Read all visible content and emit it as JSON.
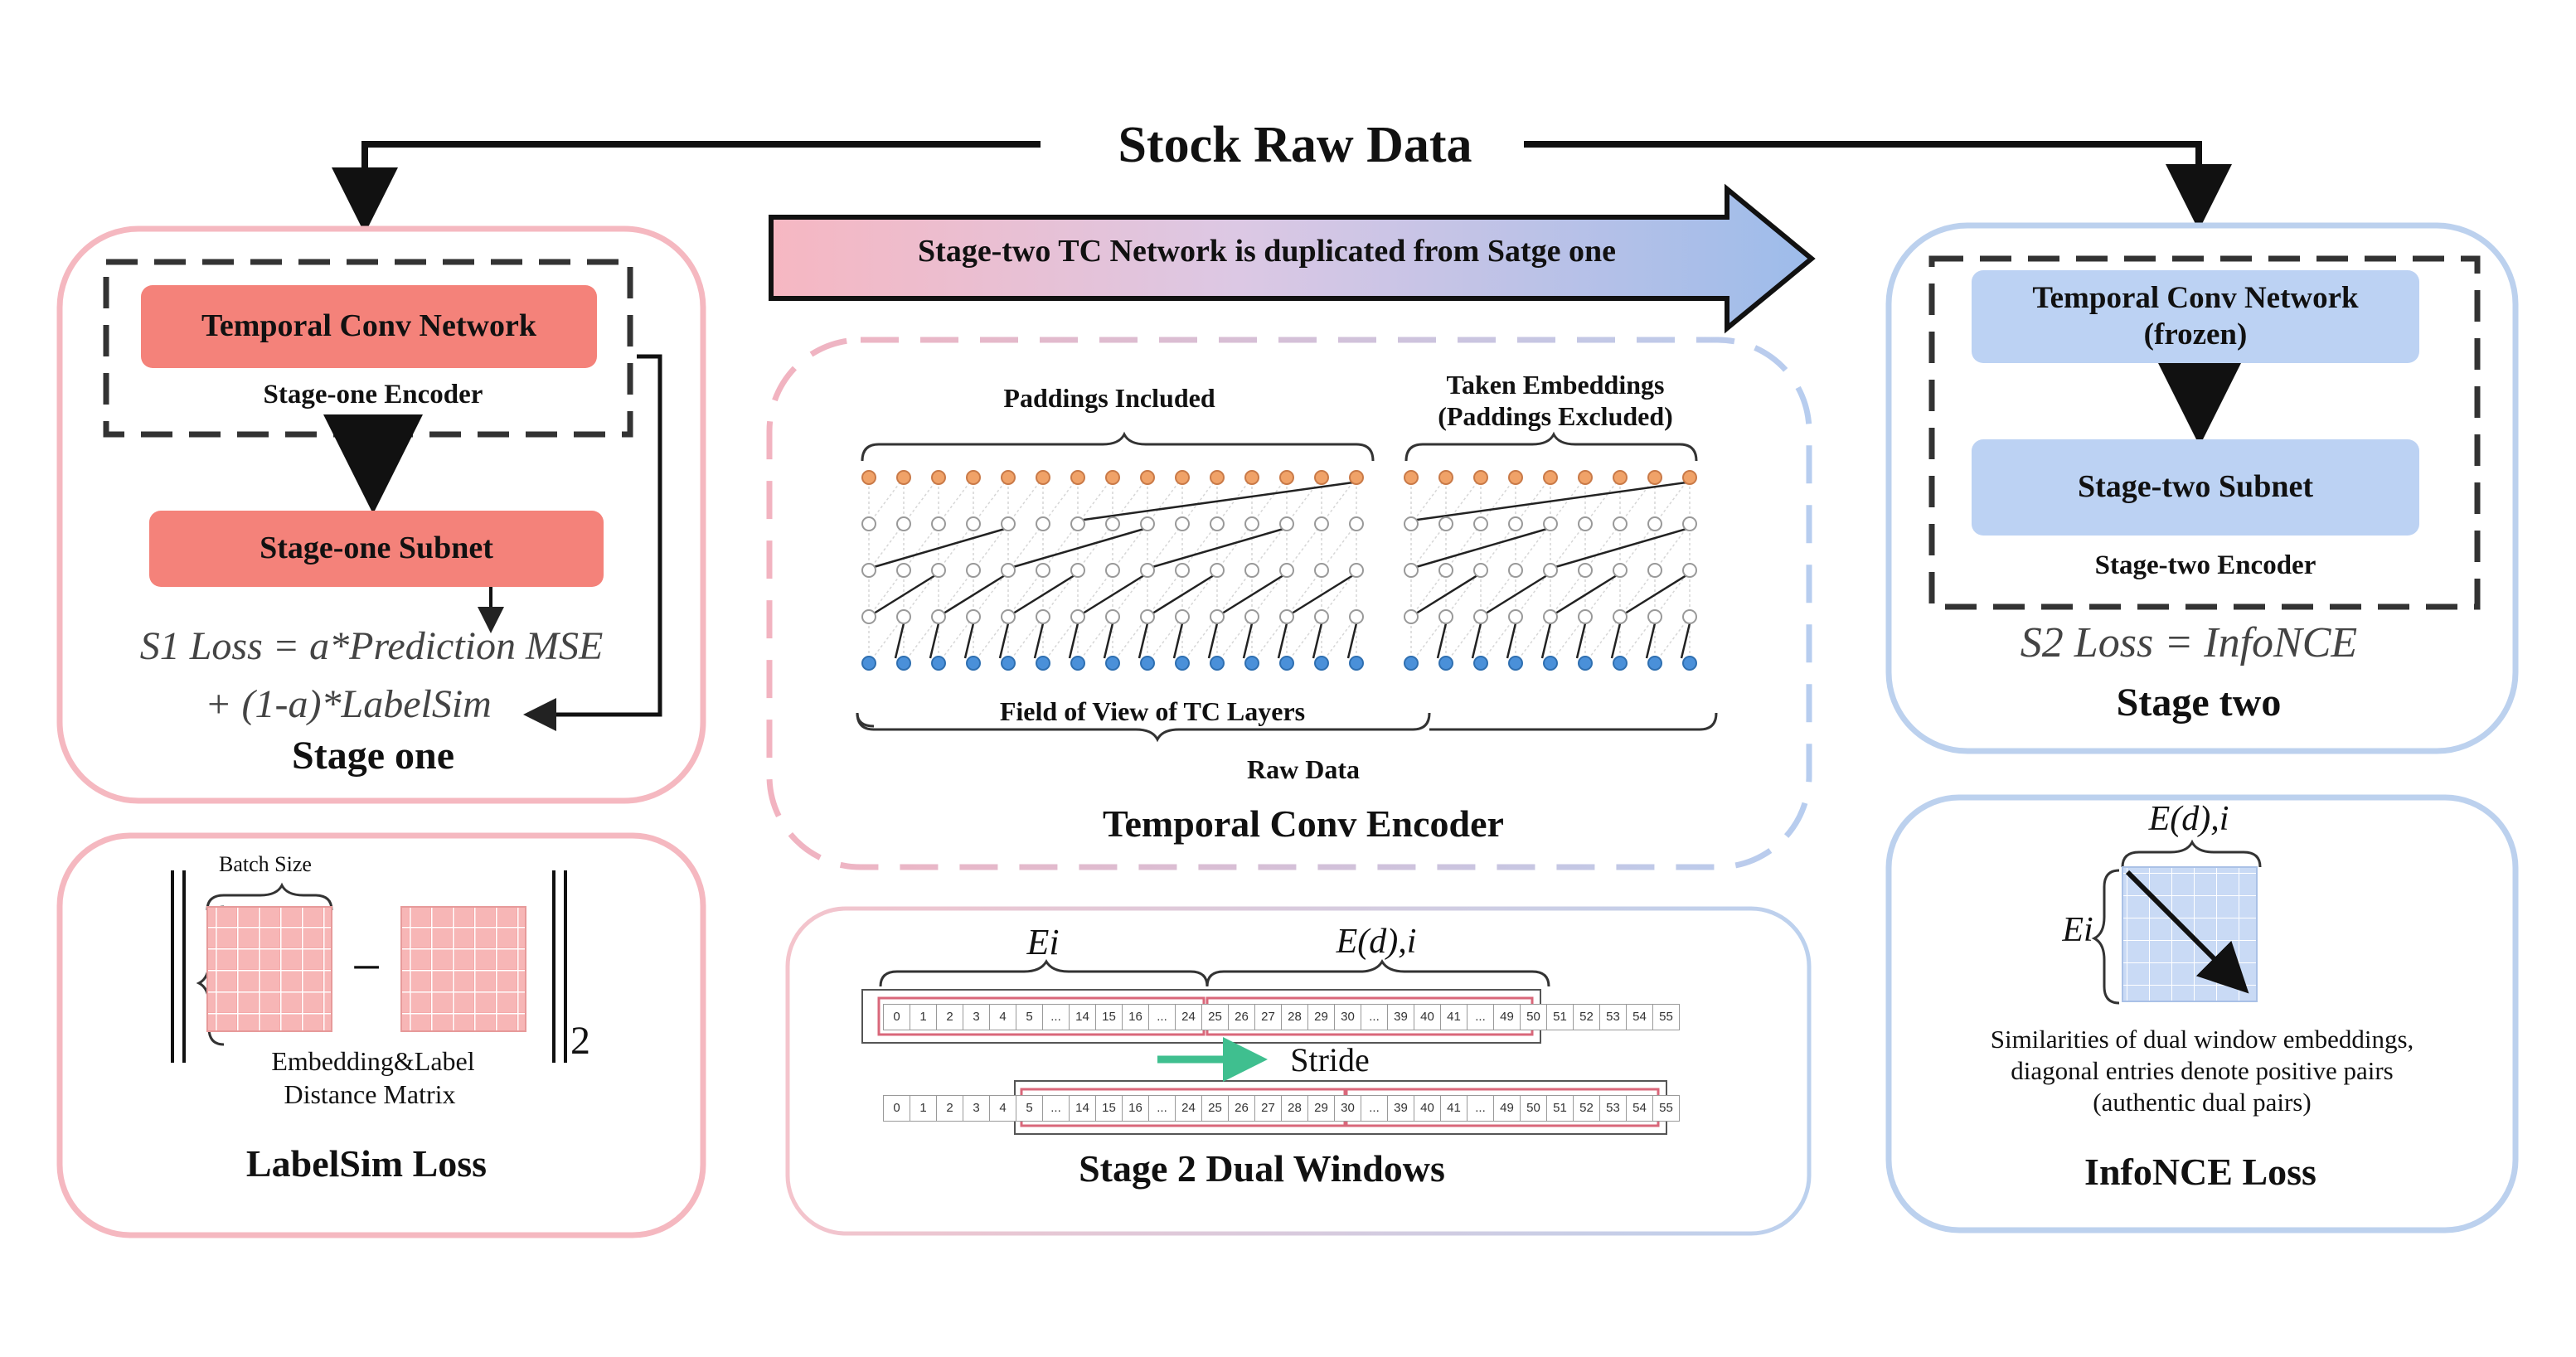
{
  "title": "Stock Raw Data",
  "banner": "Stage-two TC Network is duplicated from Satge one",
  "stage_one": {
    "encoder_net": "Temporal Conv Network",
    "encoder_label": "Stage-one Encoder",
    "subnet": "Stage-one Subnet",
    "loss_line1": "S1 Loss = a*Prediction MSE",
    "loss_line2": "+ (1-a)*LabelSim",
    "caption": "Stage one",
    "colors": {
      "box": "#f4827a",
      "panel": "#f5b8c0"
    }
  },
  "labelsim": {
    "batch_size": "Batch Size",
    "minus": "−",
    "subscript": "2",
    "matrix_line1": "Embedding&Label",
    "matrix_line2": "Distance Matrix",
    "caption": "LabelSim Loss"
  },
  "encoder": {
    "paddings_included": "Paddings Included",
    "taken_line1": "Taken Embeddings",
    "taken_line2": "(Paddings Excluded)",
    "field_of_view": "Field of View of TC Layers",
    "raw_data": "Raw Data",
    "caption": "Temporal Conv Encoder",
    "colors": {
      "output_node": "#f0a268",
      "input_node": "#4a90d9"
    }
  },
  "dual_windows": {
    "ei": "Ei",
    "edi": "E(d),i",
    "stride": "Stride",
    "row1": [
      "0",
      "1",
      "2",
      "3",
      "4",
      "5",
      "...",
      "14",
      "15",
      "16",
      "...",
      "24",
      "25",
      "26",
      "27",
      "28",
      "29",
      "30",
      "...",
      "39",
      "40",
      "41",
      "...",
      "49",
      "50",
      "51",
      "52",
      "53",
      "54",
      "55"
    ],
    "row2": [
      "0",
      "1",
      "2",
      "3",
      "4",
      "5",
      "...",
      "14",
      "15",
      "16",
      "...",
      "24",
      "25",
      "26",
      "27",
      "28",
      "29",
      "30",
      "...",
      "39",
      "40",
      "41",
      "...",
      "49",
      "50",
      "51",
      "52",
      "53",
      "54",
      "55"
    ],
    "caption": "Stage 2 Dual Windows",
    "colors": {
      "stride_arrow": "#3fbf8f",
      "window": "#d9677a"
    }
  },
  "stage_two": {
    "encoder_net_line1": "Temporal Conv Network",
    "encoder_net_line2": "(frozen)",
    "subnet": "Stage-two Subnet",
    "encoder_label": "Stage-two Encoder",
    "loss": "S2 Loss = InfoNCE",
    "caption": "Stage two",
    "colors": {
      "box": "#bcd2f3",
      "panel": "#bcd1ee"
    }
  },
  "infonce": {
    "edi": "E(d),i",
    "ei": "Ei",
    "desc_line1": "Similarities of dual window embeddings,",
    "desc_line2": "diagonal entries denote positive pairs",
    "desc_line3": "(authentic dual pairs)",
    "caption": "InfoNCE Loss"
  }
}
